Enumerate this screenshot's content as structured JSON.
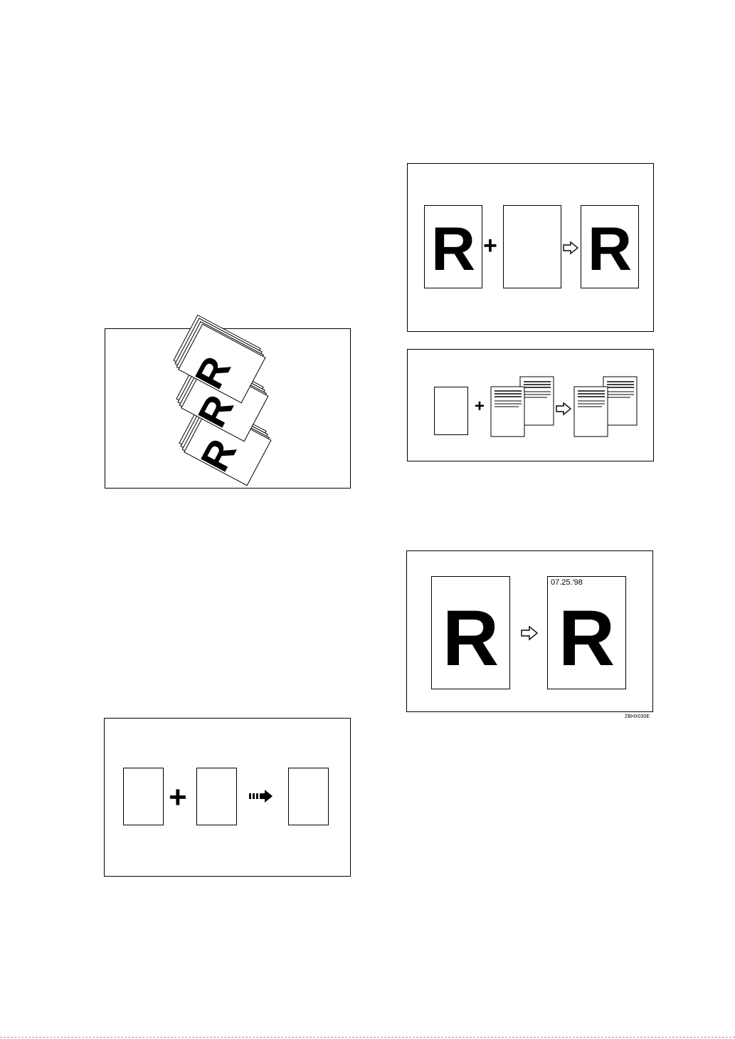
{
  "figures": {
    "stack": {
      "letters": [
        "R",
        "R",
        "R"
      ]
    },
    "combine_blank": {
      "left_letter": "R",
      "plus": "+",
      "result_letter": "R"
    },
    "combine_lines": {
      "plus": "+"
    },
    "date_stamp": {
      "left_letter": "R",
      "result_letter": "R",
      "date_text": "07.25.'98"
    },
    "merge_blank": {
      "plus": "+"
    }
  },
  "figure_code": "ZBHX030E",
  "colors": {
    "ink": "#000000",
    "paper": "#ffffff"
  },
  "icons": [
    "plus-icon",
    "outline-arrow-icon",
    "dashed-arrow-icon"
  ]
}
